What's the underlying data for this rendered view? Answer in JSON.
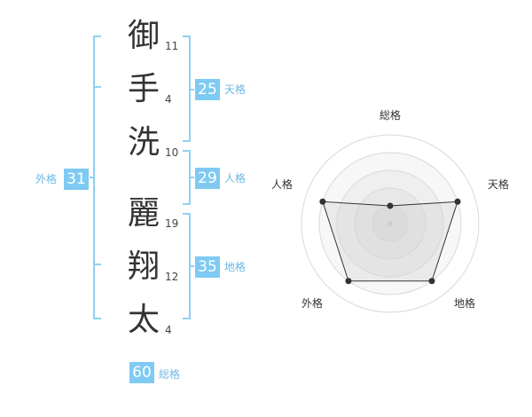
{
  "name": {
    "chars": [
      {
        "char": "御",
        "strokes": "11"
      },
      {
        "char": "手",
        "strokes": "4"
      },
      {
        "char": "洗",
        "strokes": "10"
      },
      {
        "char": "麗",
        "strokes": "19"
      },
      {
        "char": "翔",
        "strokes": "12"
      },
      {
        "char": "太",
        "strokes": "4"
      }
    ]
  },
  "kaku": {
    "tenkaku": {
      "value": "25",
      "label": "天格"
    },
    "jinkaku": {
      "value": "29",
      "label": "人格"
    },
    "chikaku": {
      "value": "35",
      "label": "地格"
    },
    "gaikaku": {
      "value": "31",
      "label": "外格"
    },
    "soukaku": {
      "value": "60",
      "label": "総格"
    }
  },
  "colors": {
    "accent": "#7fcaf2",
    "bracket": "#8fd0f3",
    "text": "#333333"
  },
  "chart_data": {
    "type": "radar",
    "axes": [
      "総格",
      "天格",
      "地格",
      "外格",
      "人格"
    ],
    "max": 5,
    "rings": 5,
    "values": [
      1,
      4,
      4,
      4,
      4
    ]
  }
}
